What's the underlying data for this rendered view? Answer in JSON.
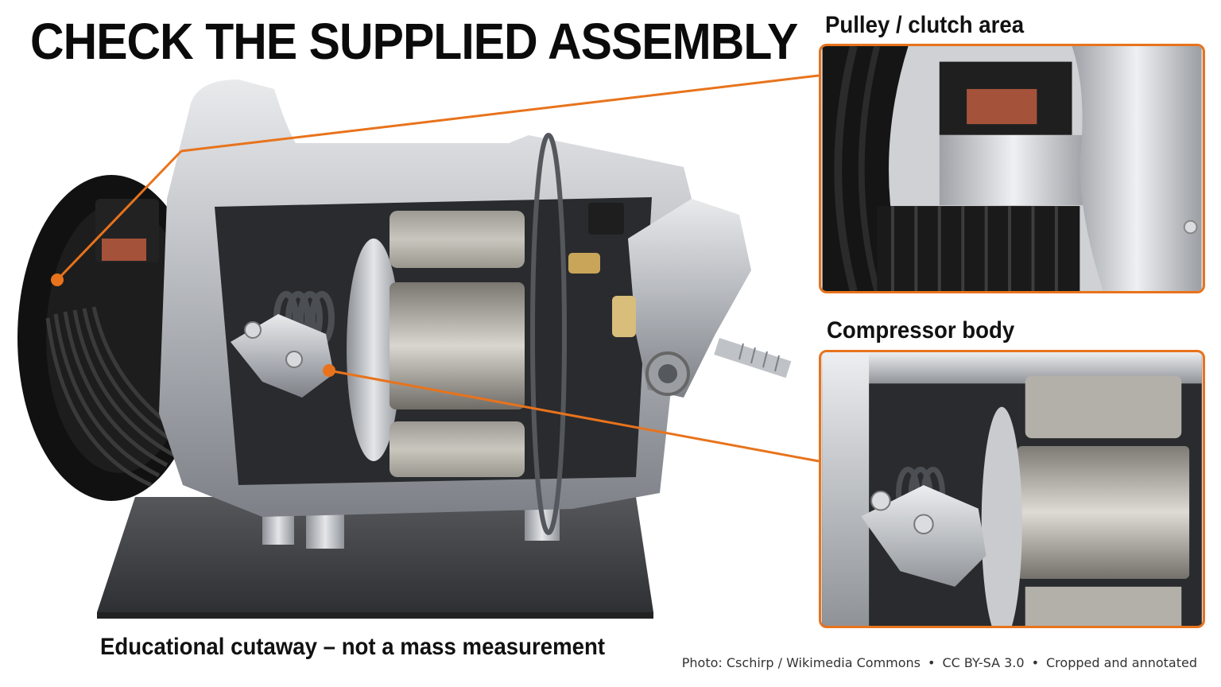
{
  "headline": "CHECK THE SUPPLIED ASSEMBLY",
  "panels": [
    {
      "label": "Pulley / clutch area"
    },
    {
      "label": "Compressor body"
    }
  ],
  "caption": "Educational cutaway – not a mass measurement",
  "credit": {
    "source": "Photo: Cschirp / Wikimedia Commons",
    "license": "CC BY-SA 3.0",
    "note": "Cropped and annotated"
  },
  "colors": {
    "accent": "#e8731c",
    "text": "#111111",
    "background": "#ffffff"
  }
}
